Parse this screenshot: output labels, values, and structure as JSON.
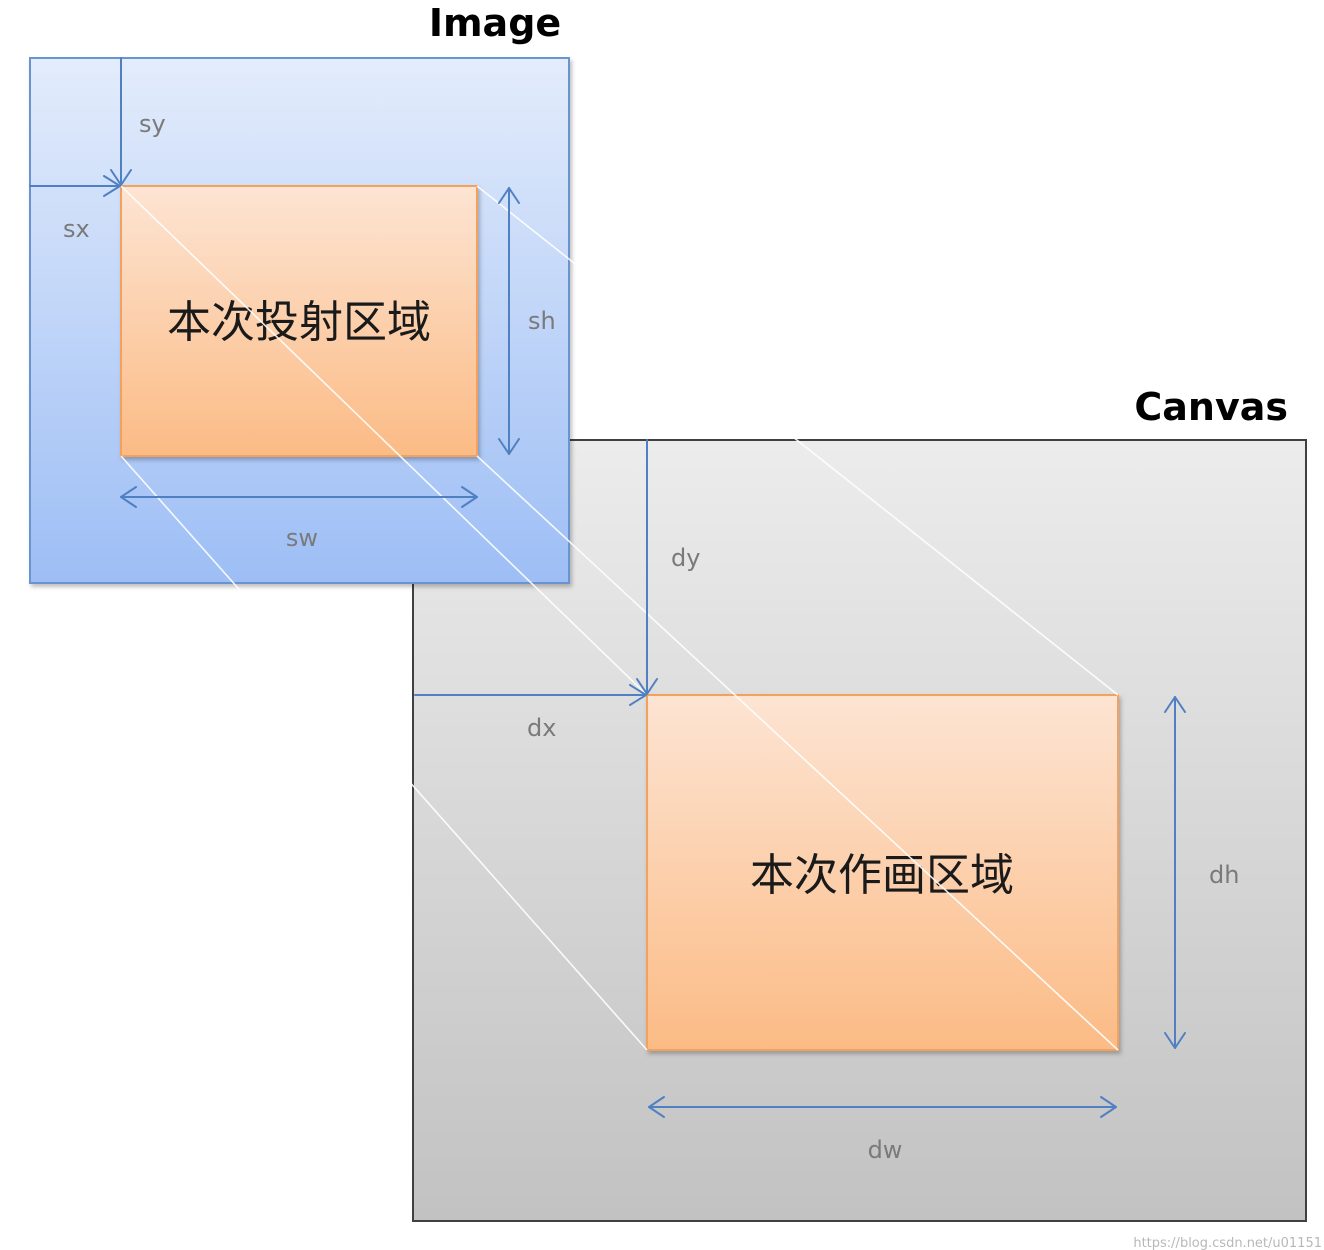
{
  "diagram": {
    "image_title": "Image",
    "canvas_title": "Canvas",
    "source_region_label": "本次投射区域",
    "dest_region_label": "本次作画区域",
    "labels": {
      "sx": "sx",
      "sy": "sy",
      "sw": "sw",
      "sh": "sh",
      "dx": "dx",
      "dy": "dy",
      "dw": "dw",
      "dh": "dh"
    },
    "watermark": "https://blog.csdn.net/u01151"
  },
  "colors": {
    "image_top": "#e3ecfb",
    "image_bottom": "#9dbef5",
    "image_border": "#6b93cf",
    "canvas_top": "#ececec",
    "canvas_bottom": "#c2c2c2",
    "canvas_border": "#404040",
    "region_top": "#fde4d3",
    "region_bottom": "#fbbb85",
    "region_border": "#f2a15f",
    "arrow": "#4f80c2",
    "label": "#7a7a7a"
  }
}
